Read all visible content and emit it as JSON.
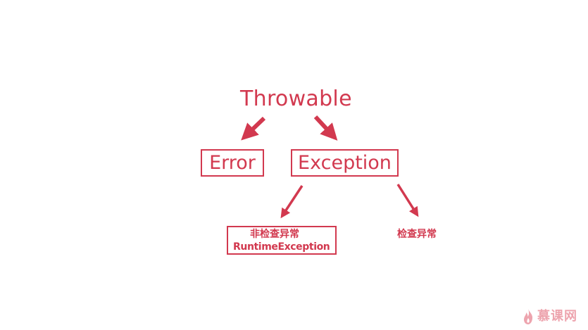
{
  "diagram": {
    "root": "Throwable",
    "level1": {
      "error": "Error",
      "exception": "Exception"
    },
    "level2": {
      "unchecked_line1": "非检查异常",
      "unchecked_line2": "RuntimeException",
      "checked": "检查异常"
    }
  },
  "watermark": {
    "text": "慕课网",
    "icon": "flame-logo-icon"
  },
  "colors": {
    "accent": "#d2394f",
    "background": "#ffffff"
  }
}
